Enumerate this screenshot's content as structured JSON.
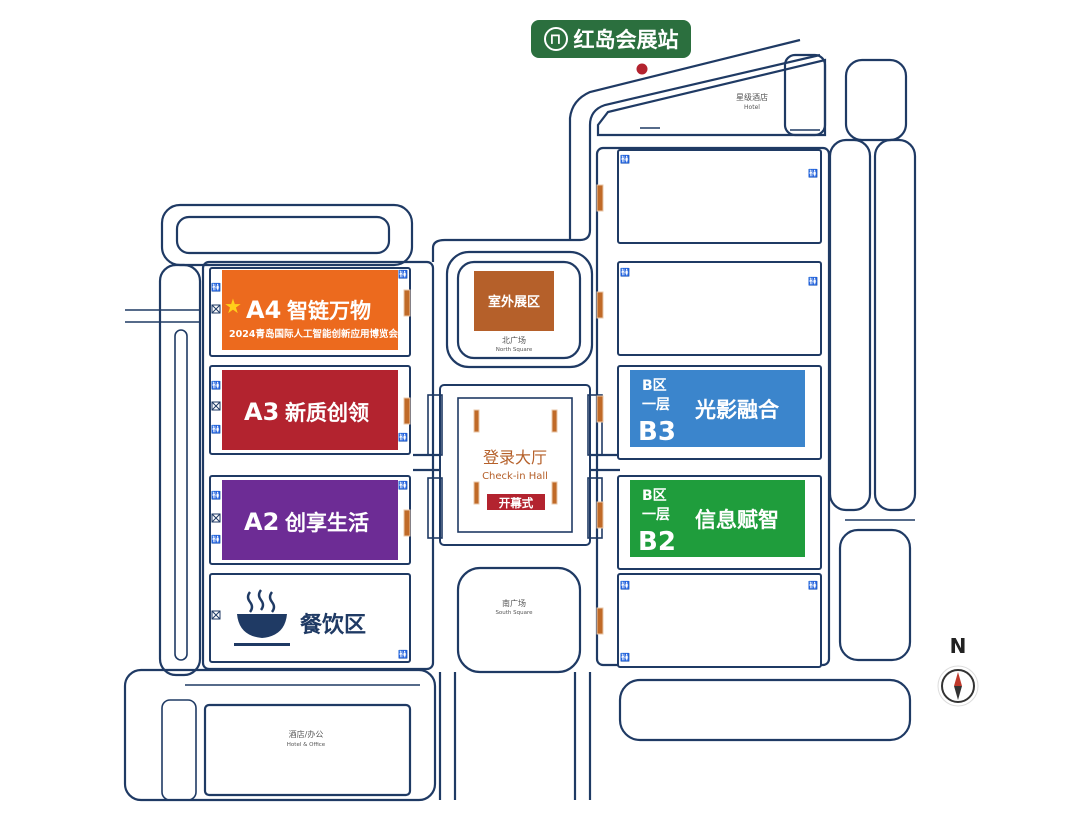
{
  "station": {
    "name": "红岛会展站",
    "icon": "metro-icon"
  },
  "compass": {
    "label": "N"
  },
  "zones": {
    "a4": {
      "code": "A4",
      "name": "智链万物",
      "subtitle": "2024青岛国际人工智能创新应用博览会",
      "color": "#ec6a1e",
      "star": "★"
    },
    "a3": {
      "code": "A3",
      "name": "新质创领",
      "color": "#b3232f"
    },
    "a2": {
      "code": "A2",
      "name": "创享生活",
      "color": "#6d2c95"
    },
    "dining": {
      "name": "餐饮区",
      "icon": "bowl-icon",
      "color": "#1f3a64"
    },
    "b3": {
      "area": "B区",
      "floor": "一层",
      "code": "B3",
      "name": "光影融合",
      "color": "#3b85cc"
    },
    "b2": {
      "area": "B区",
      "floor": "一层",
      "code": "B2",
      "name": "信息赋智",
      "color": "#1f9d3c"
    },
    "outdoor": {
      "name": "室外展区",
      "color": "#b5602a"
    }
  },
  "places": {
    "hotel_top": {
      "cn": "星级酒店",
      "en": "Hotel"
    },
    "north_square": {
      "cn": "北广场",
      "en": "North Square"
    },
    "checkin": {
      "cn": "登录大厅",
      "en": "Check-in Hall"
    },
    "opening": {
      "cn": "开幕式",
      "color": "#b3232f"
    },
    "south_square": {
      "cn": "南广场",
      "en": "South Square"
    },
    "hotel_office": {
      "cn": "酒店/办公",
      "en": "Hotel & Office"
    }
  },
  "icons": {
    "restroom": "restroom-icon",
    "stairs": "stairs-icon",
    "entrance": "entrance-door-icon"
  }
}
